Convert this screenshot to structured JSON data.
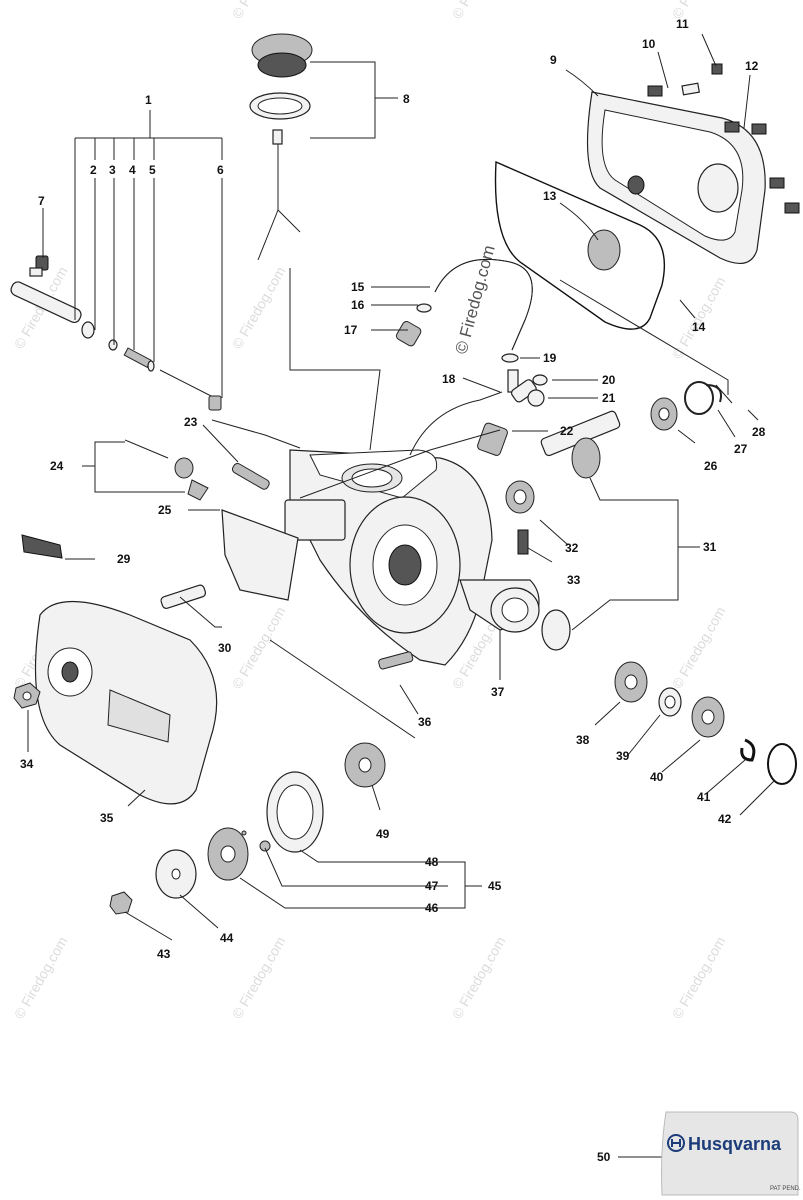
{
  "watermark": "© Firedog.com",
  "brand": {
    "name": "Husqvarna",
    "sub": "PAT PEND."
  },
  "callouts": [
    "1",
    "2",
    "3",
    "4",
    "5",
    "6",
    "7",
    "8",
    "9",
    "10",
    "11",
    "12",
    "13",
    "14",
    "15",
    "16",
    "17",
    "18",
    "19",
    "20",
    "21",
    "22",
    "23",
    "24",
    "25",
    "26",
    "27",
    "28",
    "29",
    "30",
    "31",
    "32",
    "33",
    "34",
    "35",
    "36",
    "37",
    "38",
    "39",
    "40",
    "41",
    "42",
    "43",
    "44",
    "45",
    "46",
    "47",
    "48",
    "49",
    "50"
  ]
}
